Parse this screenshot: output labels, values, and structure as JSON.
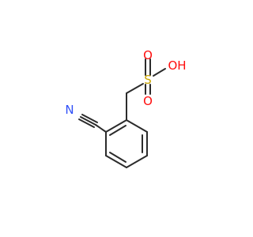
{
  "molecule": {
    "atoms": {
      "nitrogen": {
        "text": "N",
        "color": "#3050F8"
      },
      "sulfur": {
        "text": "S",
        "color": "#C9A400"
      },
      "oxygen_top": {
        "text": "O",
        "color": "#FF0D0D"
      },
      "oxygen_bottom": {
        "text": "O",
        "color": "#FF0D0D"
      },
      "hydroxyl": {
        "text": "OH",
        "color": "#FF0D0D"
      }
    },
    "bond_color": "#2b2b2b"
  }
}
